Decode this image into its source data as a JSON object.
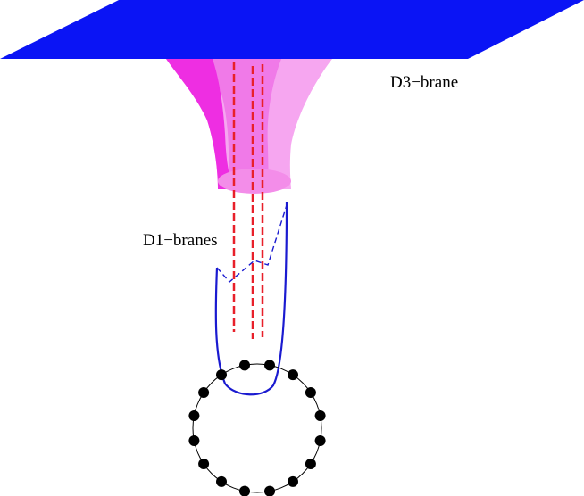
{
  "labels": {
    "d3": "D3−brane",
    "d1": "D1−branes"
  },
  "colors": {
    "brane": "#0a14f5",
    "funnel_light": "#f6a6f0",
    "funnel_mid": "#f07ae8",
    "funnel_dark": "#ee2ee2",
    "funnel_bottom": "#f38de9",
    "strings": "#e8202a",
    "loop": "#1a1ad0",
    "circle": "#000000",
    "dot": "#000000"
  },
  "ring": {
    "dot_count": 16
  }
}
